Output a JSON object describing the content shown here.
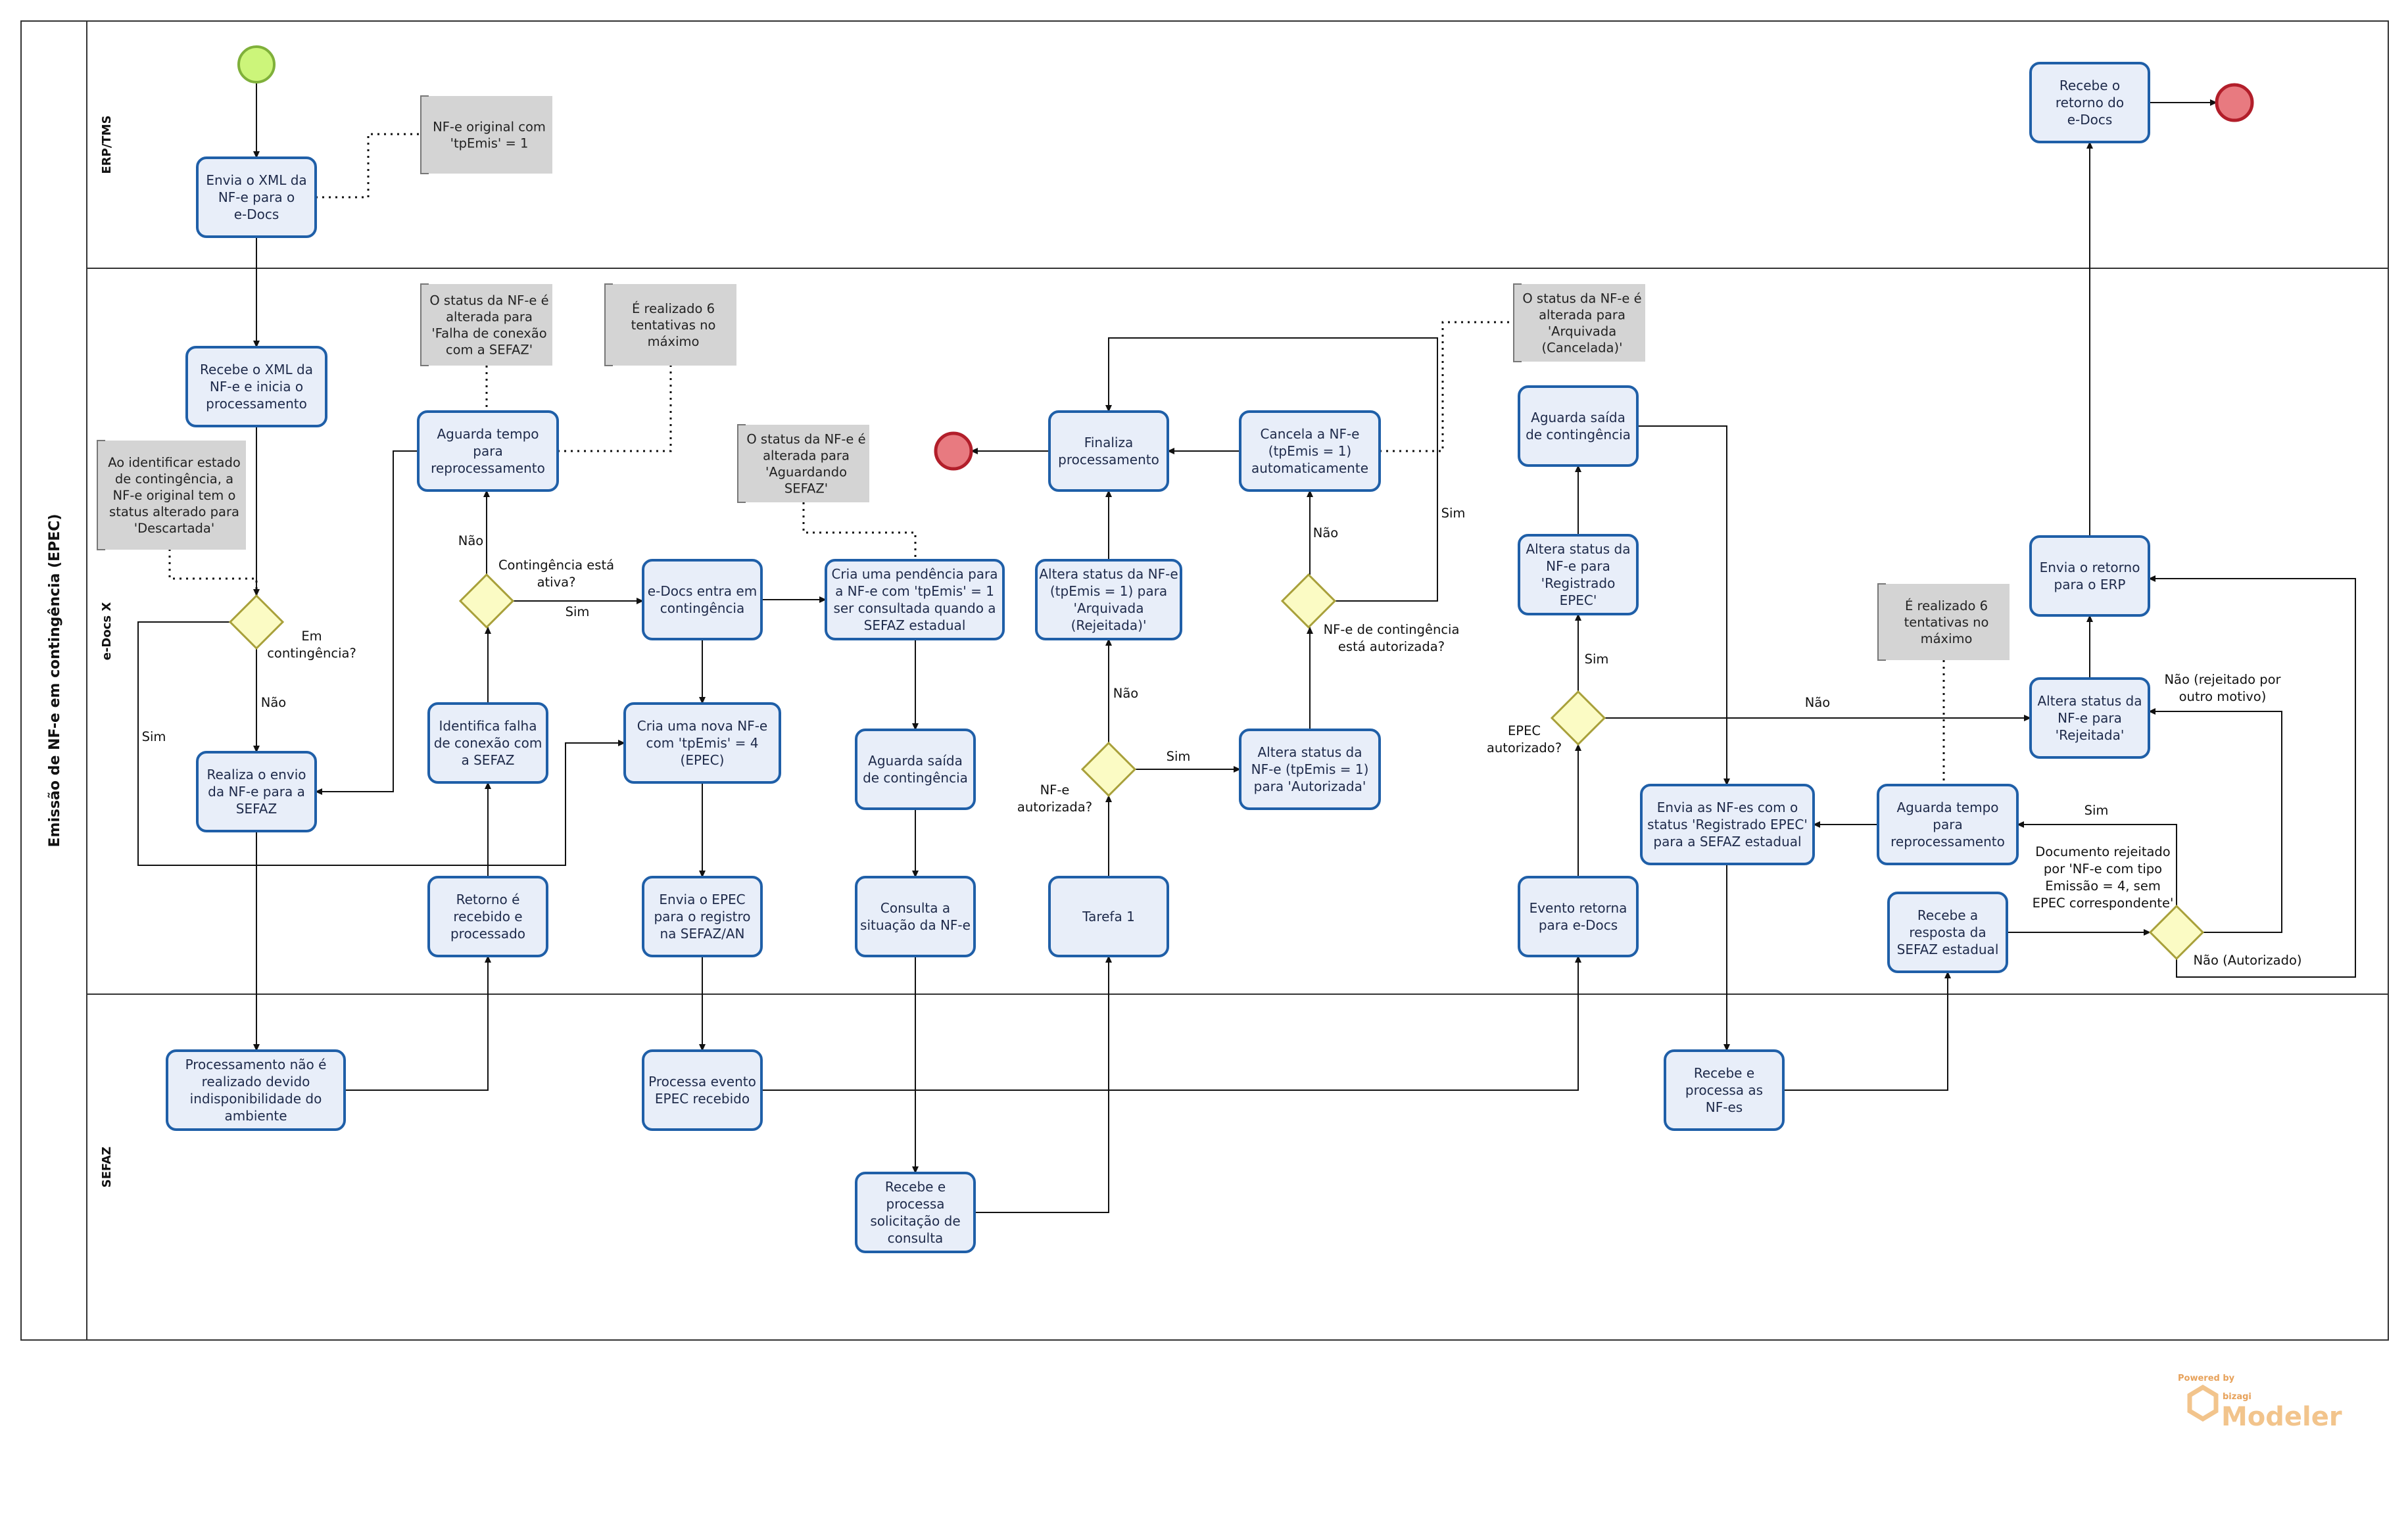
{
  "pool": {
    "title": "Emissão de NF-e em contingência (EPEC)"
  },
  "lanes": {
    "erp": "ERP/TMS",
    "edocs": "e-Docs X",
    "sefaz": "SEFAZ"
  },
  "tasks": {
    "envia_xml": [
      "Envia o XML da",
      "NF-e para o",
      "e-Docs"
    ],
    "recebe_xml": [
      "Recebe o XML da",
      "NF-e e inicia o",
      "processamento"
    ],
    "realiza_envio": [
      "Realiza o envio",
      "da NF-e para a",
      "SEFAZ"
    ],
    "proc_nao_realizado": [
      "Processamento não é",
      "realizado devido",
      "indisponibilidade do",
      "ambiente"
    ],
    "retorno_recebido": [
      "Retorno é",
      "recebido e",
      "processado"
    ],
    "identifica_falha": [
      "Identifica falha",
      "de conexão com",
      "a SEFAZ"
    ],
    "aguarda_tempo_1": [
      "Aguarda tempo",
      "para",
      "reprocessamento"
    ],
    "edocs_contingencia": [
      "e-Docs entra em",
      "contingência"
    ],
    "cria_nova_nfe": [
      "Cria uma nova NF-e",
      "com 'tpEmis' = 4",
      "(EPEC)"
    ],
    "envia_epec": [
      "Envia o EPEC",
      "para o registro",
      "na SEFAZ/AN"
    ],
    "processa_evento": [
      "Processa evento",
      "EPEC recebido"
    ],
    "cria_pendencia": [
      "Cria uma pendência para",
      "a NF-e com 'tpEmis' = 1",
      "ser consultada quando a",
      "SEFAZ estadual"
    ],
    "aguarda_saida_1": [
      "Aguarda saída",
      "de contingência"
    ],
    "consulta_situacao": [
      "Consulta a",
      "situação da NF-e"
    ],
    "recebe_solicitacao": [
      "Recebe e",
      "processa",
      "solicitação de",
      "consulta"
    ],
    "tarefa_1": [
      "Tarefa 1"
    ],
    "altera_arquivada_rej": [
      "Altera status da NF-e",
      "(tpEmis = 1) para",
      "'Arquivada",
      "(Rejeitada)'"
    ],
    "finaliza": [
      "Finaliza",
      "processamento"
    ],
    "cancela_nfe": [
      "Cancela a NF-e",
      "(tpEmis = 1)",
      "automaticamente"
    ],
    "altera_autorizada": [
      "Altera status da",
      "NF-e (tpEmis = 1)",
      "para 'Autorizada'"
    ],
    "aguarda_saida_2": [
      "Aguarda saída",
      "de contingência"
    ],
    "altera_registrado": [
      "Altera status da",
      "NF-e para",
      "'Registrado",
      "EPEC'"
    ],
    "evento_retorna": [
      "Evento retorna",
      "para e-Docs"
    ],
    "envia_nfes": [
      "Envia as NF-es com o",
      "status 'Registrado EPEC'",
      "para a SEFAZ estadual"
    ],
    "recebe_processa_nfes": [
      "Recebe e",
      "processa as",
      "NF-es"
    ],
    "aguarda_tempo_2": [
      "Aguarda tempo",
      "para",
      "reprocessamento"
    ],
    "recebe_resposta": [
      "Recebe a",
      "resposta da",
      "SEFAZ estadual"
    ],
    "altera_rejeitada": [
      "Altera status da",
      "NF-e para",
      "'Rejeitada'"
    ],
    "envia_retorno_erp": [
      "Envia o retorno",
      "para o ERP"
    ],
    "recebe_retorno_edocs": [
      "Recebe o",
      "retorno do",
      "e-Docs"
    ]
  },
  "notes": {
    "nfe_original": [
      "NF-e original com",
      "'tpEmis' = 1"
    ],
    "status_falha": [
      "O status da NF-e é",
      "alterada para",
      "'Falha de conexão",
      "com a SEFAZ'"
    ],
    "seis_tentativas_1": [
      "É realizado 6",
      "tentativas no",
      "máximo"
    ],
    "descartada": [
      "Ao identificar estado",
      "de contingência, a",
      "NF-e original tem o",
      "status alterado para",
      "'Descartada'"
    ],
    "aguardando_sefaz": [
      "O status da NF-e é",
      "alterada para",
      "'Aguardando",
      "SEFAZ'"
    ],
    "arquivada_cancelada": [
      "O status da NF-e é",
      "alterada para",
      "'Arquivada",
      "(Cancelada)'"
    ],
    "seis_tentativas_2": [
      "É realizado 6",
      "tentativas no",
      "máximo"
    ]
  },
  "gateways": {
    "em_contingencia": [
      "Em",
      "contingência?"
    ],
    "contingencia_ativa": [
      "Contingência está",
      "ativa?"
    ],
    "nfe_autorizada": [
      "NF-e",
      "autorizada?"
    ],
    "nfe_contingencia_autorizada": [
      "NF-e de contingência",
      "está autorizada?"
    ],
    "epec_autorizado": [
      "EPEC",
      "autorizado?"
    ],
    "documento_rejeitado": [
      "Documento rejeitado",
      "por 'NF-e com tipo",
      "Emissão = 4, sem",
      "EPEC correspondente'"
    ]
  },
  "flow_labels": {
    "sim_1": "Sim",
    "nao_1": "Não",
    "nao_2": "Não",
    "sim_2": "Sim",
    "nao_3": "Não",
    "sim_3": "Sim",
    "nao_4": "Não",
    "sim_4": "Sim",
    "sim_5": "Sim",
    "nao_5": "Não",
    "nao_rejeitado": [
      "Não (rejeitado por",
      "outro motivo)"
    ],
    "sim_6": "Sim",
    "nao_autorizado": "Não (Autorizado)"
  },
  "branding": {
    "powered": "Powered by",
    "bizagi": "bizagi",
    "modeler": "Modeler"
  },
  "colors": {
    "task_fill": "#e8eef9",
    "task_stroke": "#1f5fa8",
    "gateway_fill": "#fbfbc4",
    "gateway_stroke": "#a8a03a",
    "note_fill": "#d4d4d4",
    "start_fill": "#ccf57a",
    "end_fill": "#e87a80"
  }
}
